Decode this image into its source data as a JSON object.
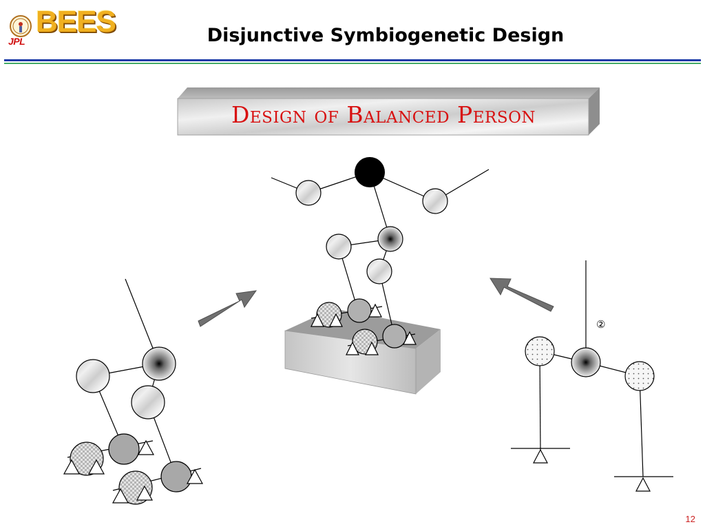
{
  "header": {
    "logo_left_text": "JPL",
    "logo_right_text": "BEES",
    "title": "Disjunctive Symbiogenetic Design"
  },
  "banner": {
    "text": "Design of Balanced Person"
  },
  "labels": {
    "joint_marker": "②"
  },
  "footer": {
    "page_number": "12"
  },
  "colors": {
    "title_text": "#000000",
    "banner_text": "#d81010",
    "rule_primary": "#1a3aa8",
    "rule_secondary": "#44aa66",
    "arrow_fill": "#707070",
    "joint_fill": "#d8d8d8",
    "foot_fill": "#a8a8a8",
    "head_fill": "#000000",
    "page_number": "#cc2222"
  }
}
